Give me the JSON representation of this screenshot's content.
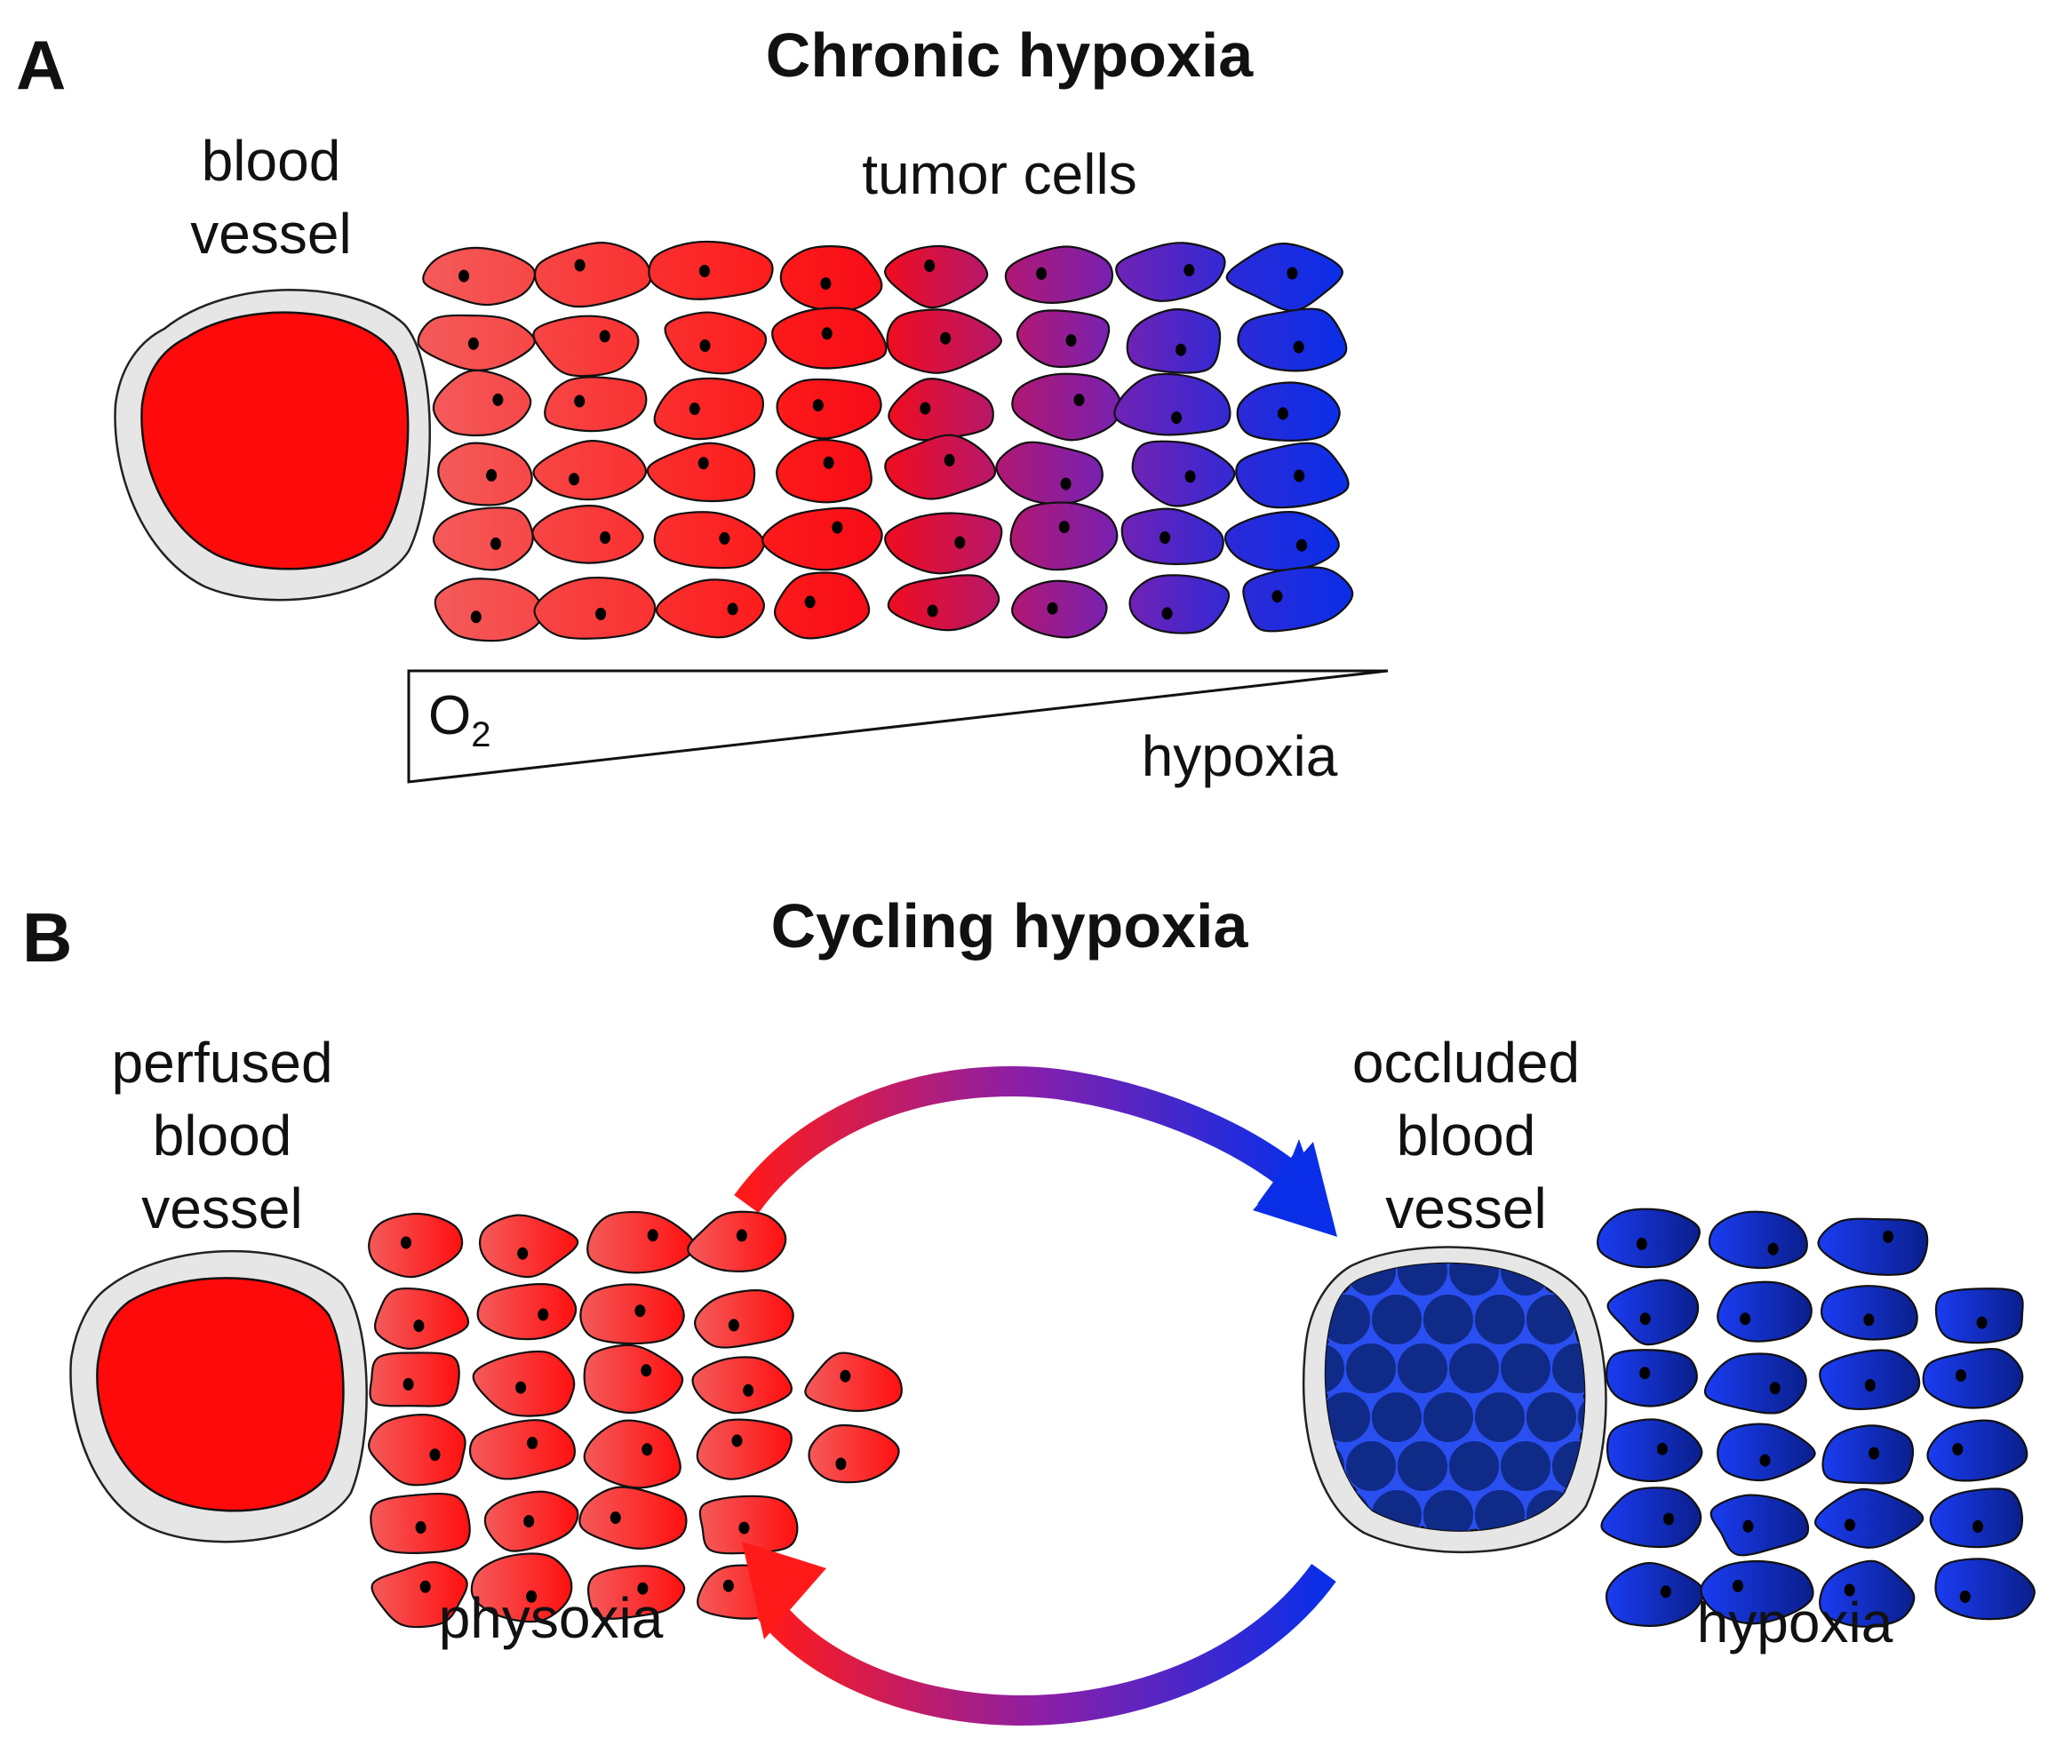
{
  "panel_a": {
    "letter": "A",
    "title": "Chronic hypoxia",
    "vessel_label_line1": "blood",
    "vessel_label_line2": "vessel",
    "cells_label": "tumor cells",
    "gradient_left_symbol": "O",
    "gradient_left_subscript": "2",
    "gradient_right_label": "hypoxia"
  },
  "panel_b": {
    "letter": "B",
    "title": "Cycling hypoxia",
    "left_vessel_line1": "perfused",
    "left_vessel_line2": "blood",
    "left_vessel_line3": "vessel",
    "left_state_label": "physoxia",
    "right_vessel_line1": "occluded",
    "right_vessel_line2": "blood",
    "right_vessel_line3": "vessel",
    "right_state_label": "hypoxia"
  },
  "colors": {
    "oxygenated": "#ff0a0a",
    "oxygenated_light": "#f86b6b",
    "intermediate": "#8a1fa8",
    "hypoxic": "#0a2ee8",
    "hypoxic_dark": "#0a1f8c",
    "vessel_wall": "#e6e6e6",
    "occlusion": "#102a88"
  }
}
